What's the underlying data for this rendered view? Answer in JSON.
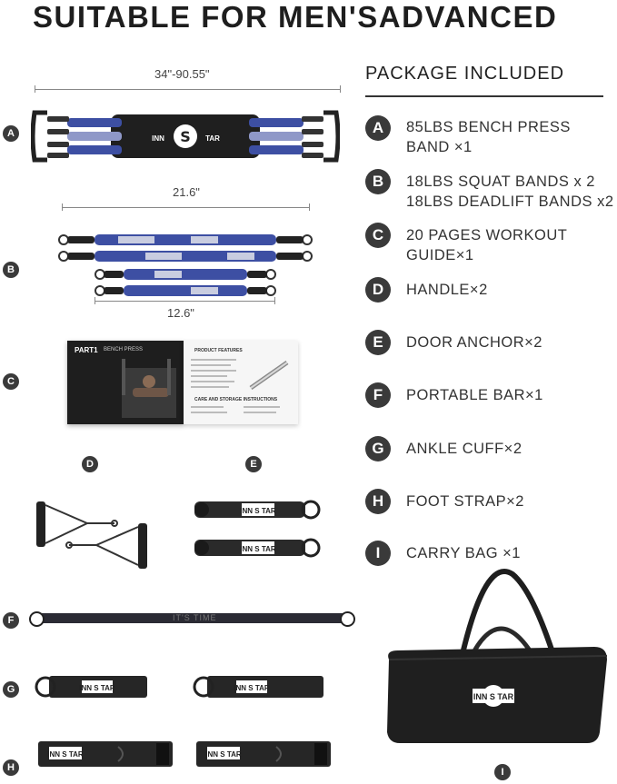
{
  "header": {
    "title": "SUITABLE FOR MEN'SADVANCED"
  },
  "dimensions": {
    "band_a": "34\"-90.55\"",
    "band_b_long": "21.6\"",
    "band_b_short": "12.6\""
  },
  "left_badges": {
    "a": "A",
    "b": "B",
    "c": "C",
    "d": "D",
    "e": "E",
    "f": "F",
    "g": "G",
    "h": "H",
    "i": "I"
  },
  "brand": {
    "logo_left": "INN",
    "logo_mid": "S",
    "logo_right": "TAR"
  },
  "bar_label": "IT'S TIME",
  "guide": {
    "cover_title": "PART1",
    "cover_subtitle": "BENCH PRESS",
    "features_title": "PRODUCT FEATURES",
    "care_title": "CARE AND STORAGE INSTRUCTIONS"
  },
  "package": {
    "heading": "PACKAGE INCLUDED",
    "items": [
      {
        "letter": "A",
        "lines": [
          "85LBS BENCH PRESS",
          "BAND ×1"
        ]
      },
      {
        "letter": "B",
        "lines": [
          "18LBS SQUAT BANDS x 2",
          "18LBS DEADLIFT BANDS x2"
        ]
      },
      {
        "letter": "C",
        "lines": [
          "20 PAGES WORKOUT",
          "GUIDE×1"
        ]
      },
      {
        "letter": "D",
        "lines": [
          "HANDLE×2"
        ]
      },
      {
        "letter": "E",
        "lines": [
          "DOOR ANCHOR×2"
        ]
      },
      {
        "letter": "F",
        "lines": [
          "PORTABLE BAR×1"
        ]
      },
      {
        "letter": "G",
        "lines": [
          "ANKLE CUFF×2"
        ]
      },
      {
        "letter": "H",
        "lines": [
          "FOOT STRAP×2"
        ]
      },
      {
        "letter": "I",
        "lines": [
          "CARRY BAG ×1"
        ]
      }
    ]
  },
  "colors": {
    "badge": "#3a3a3a",
    "band_blue": "#3d4fa3",
    "band_white": "#c9cde0",
    "strap": "#2a2a2a"
  }
}
